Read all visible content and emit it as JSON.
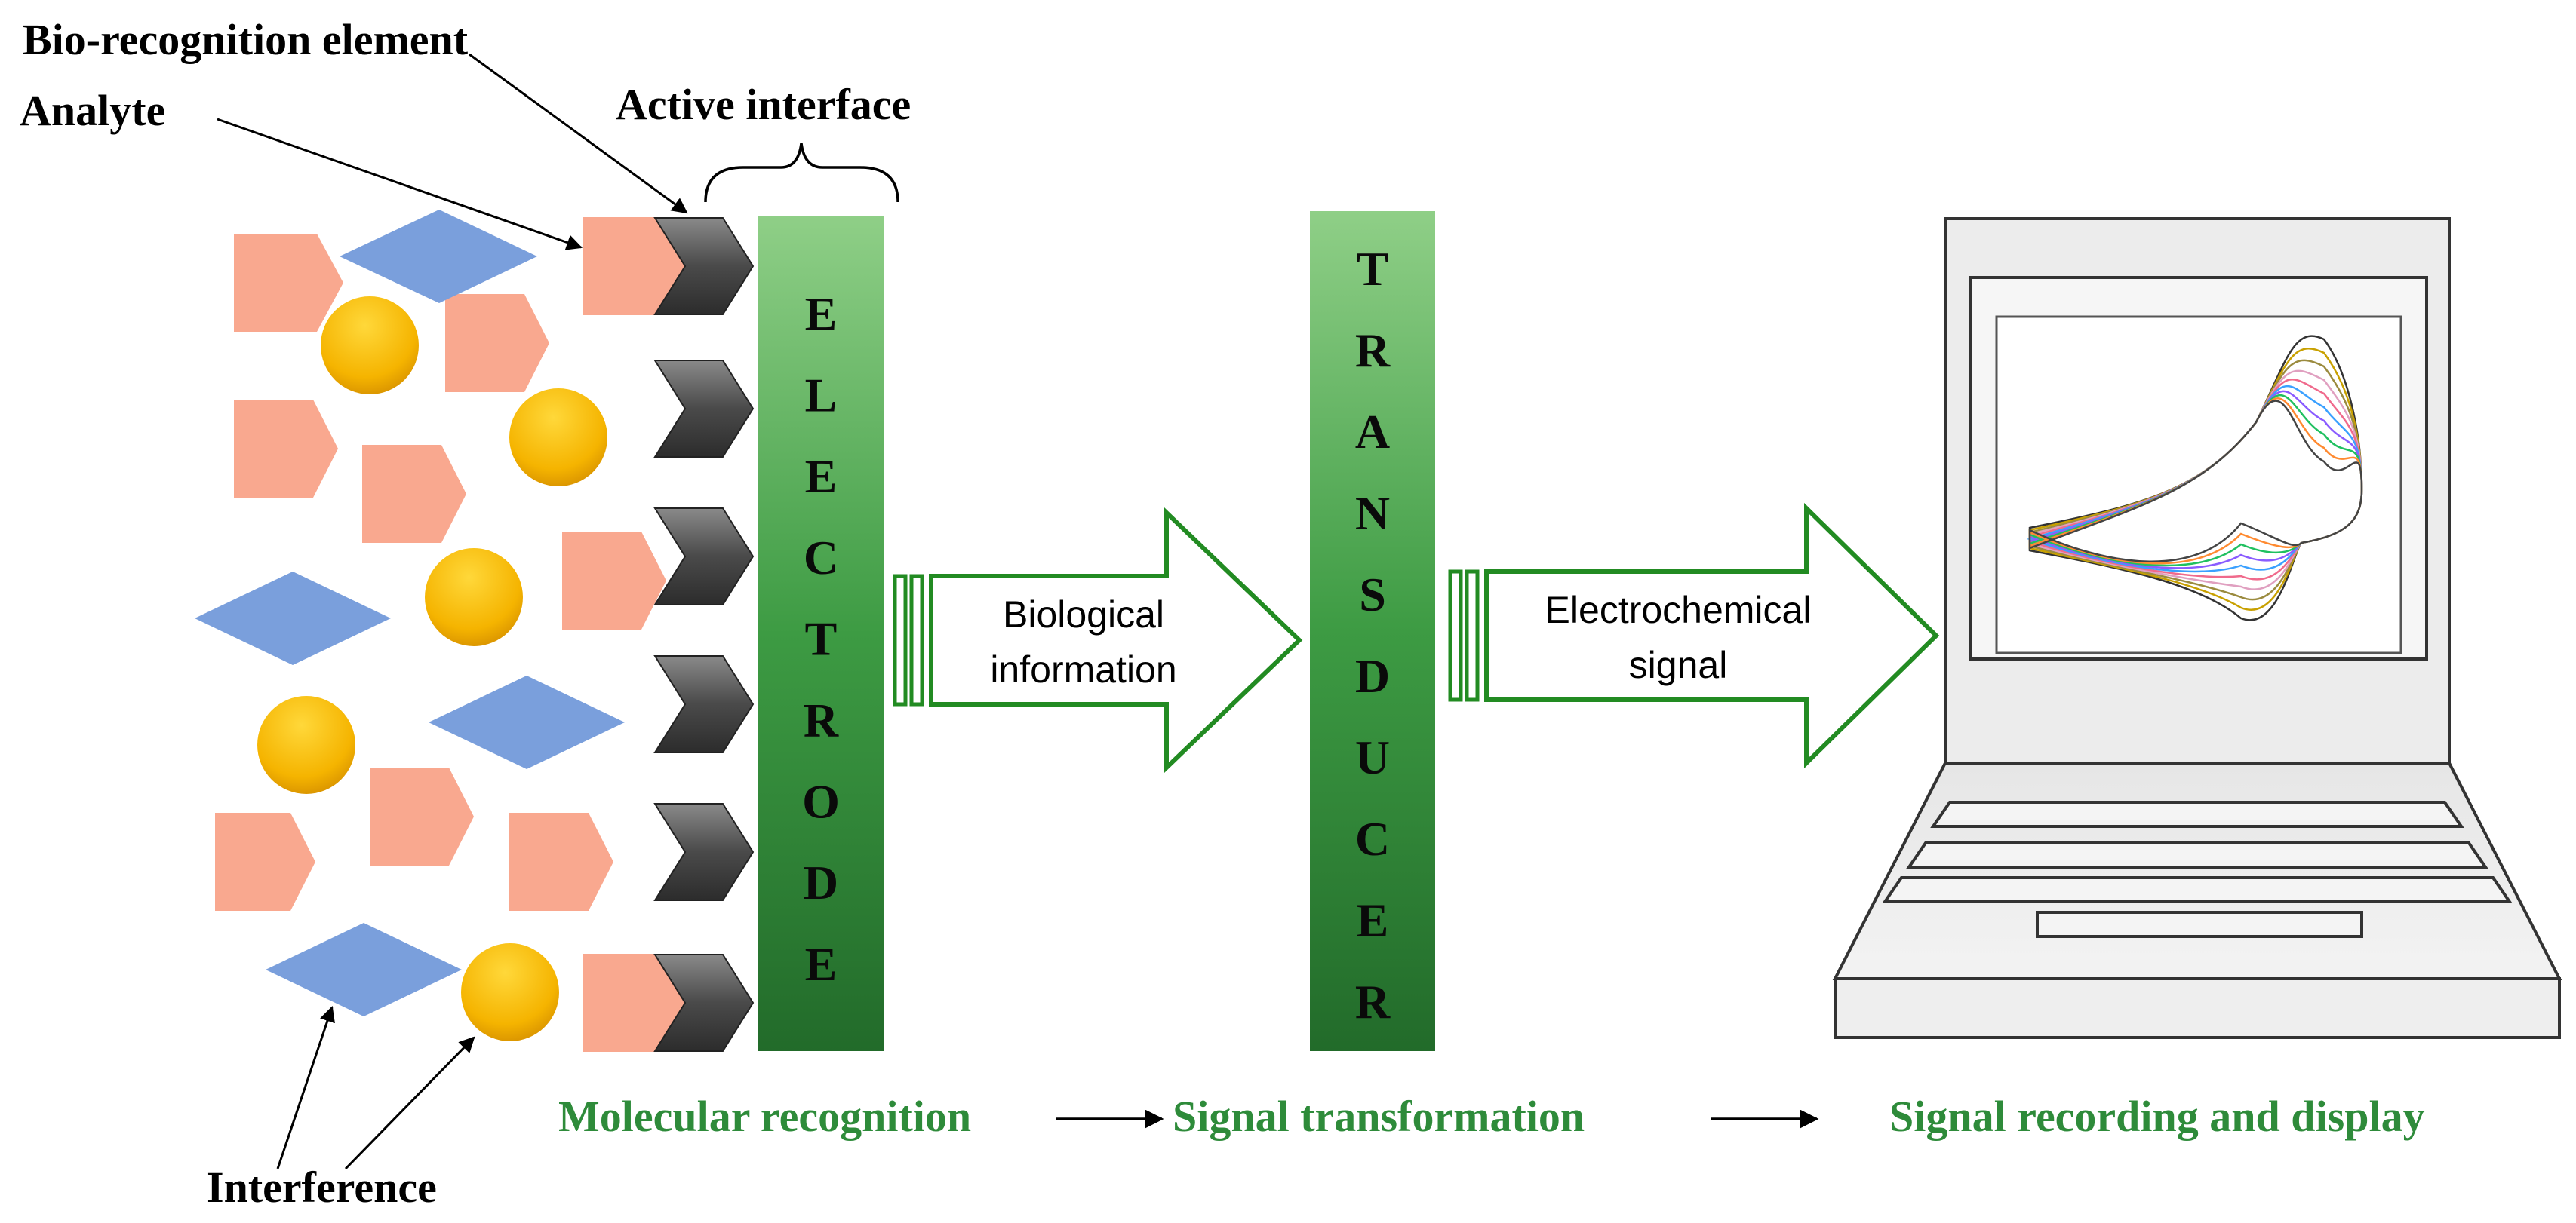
{
  "labels": {
    "bio_recognition": "Bio-recognition element",
    "analyte": "Analyte",
    "active_interface": "Active interface",
    "interference": "Interference"
  },
  "electrode": {
    "letters": [
      "E",
      "L",
      "E",
      "C",
      "T",
      "R",
      "O",
      "D",
      "E"
    ]
  },
  "transducer": {
    "letters": [
      "T",
      "R",
      "A",
      "N",
      "S",
      "D",
      "U",
      "C",
      "E",
      "R"
    ]
  },
  "arrows": {
    "biological": [
      "Biological",
      "information"
    ],
    "electrochemical": [
      "Electrochemical",
      "signal"
    ]
  },
  "stages": {
    "molecular": "Molecular recognition",
    "transformation": "Signal transformation",
    "recording": "Signal recording and display"
  },
  "colors": {
    "analyte": "#f9a88f",
    "interference_diamond": "#7a9fdc",
    "interference_circle": "#f5b800",
    "bio_element": "#555555",
    "column_green": "#2f8c3a",
    "stage_text": "#2e8b3a",
    "arrow_outline": "#228b22"
  },
  "icons": {
    "laptop": "laptop-icon",
    "cv_curves": "cyclic-voltammogram-icon"
  }
}
